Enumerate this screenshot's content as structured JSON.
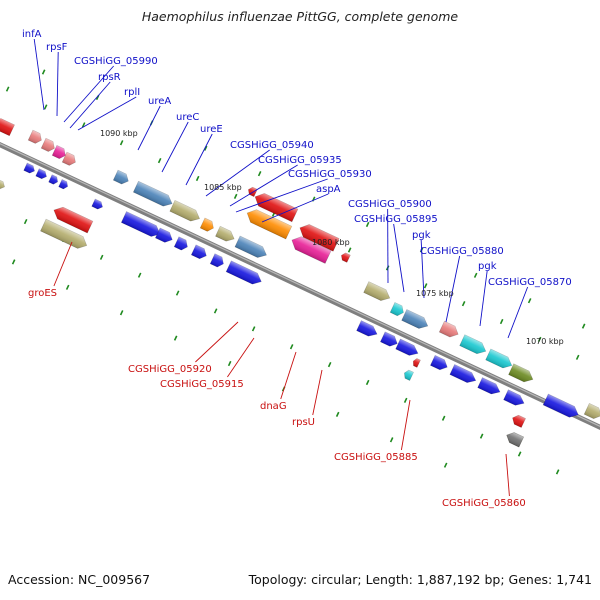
{
  "title": "Haemophilus influenzae PittGG, complete genome",
  "footer": {
    "accession": "Accession: NC_009567",
    "summary": "Topology: circular; Length: 1,887,192 bp; Genes: 1,741"
  },
  "colors": {
    "background": "#ffffff",
    "backbone": "#7f7f7f",
    "forward_label": "#1010c8",
    "reverse_label": "#c81010",
    "tick": "#1f8a1f",
    "blue_cds": "#1515e0",
    "olive_cds": "#b3ac6c",
    "steel_cds": "#4a82b8",
    "red_cds": "#e01010",
    "orange_cds": "#ff8c00",
    "magenta_cds": "#e81e96",
    "cyan_cds": "#18c8d0",
    "green_cds": "#6b8a20",
    "pink_cds": "#e87a7a"
  },
  "scale_labels": [
    "1090 kbp",
    "1085 kbp",
    "1080 kbp",
    "1075 kbp",
    "1070 kbp"
  ],
  "forward_labels": [
    "infA",
    "rpsF",
    "CGSHiGG_05990",
    "rpsR",
    "rplI",
    "ureA",
    "ureC",
    "ureE",
    "CGSHiGG_05940",
    "CGSHiGG_05935",
    "CGSHiGG_05930",
    "aspA",
    "CGSHiGG_05900",
    "CGSHiGG_05895",
    "pgk",
    "CGSHiGG_05880",
    "pgk",
    "CGSHiGG_05870"
  ],
  "reverse_labels": [
    "groES",
    "CGSHiGG_05920",
    "CGSHiGG_05915",
    "dnaG",
    "rpsU",
    "CGSHiGG_05885",
    "CGSHiGG_05860"
  ]
}
